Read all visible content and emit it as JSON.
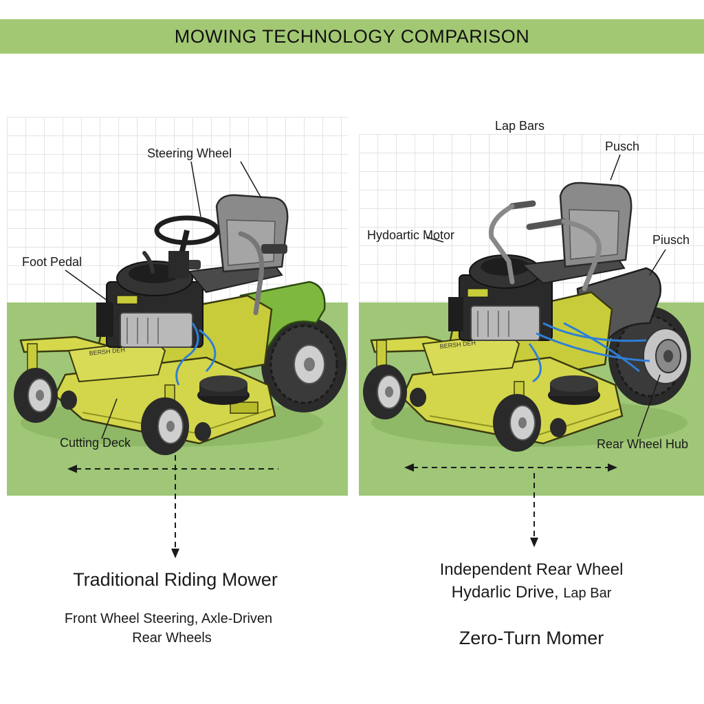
{
  "banner": {
    "title": "MOWING TECHNOLOGY COMPARISON"
  },
  "left": {
    "callouts": {
      "steering_wheel": "Steering Wheel",
      "foot_pedal": "Foot Pedal",
      "cutting_deck": "Cutting Deck"
    },
    "deck_decal": "BERSH DEH",
    "title": "Traditional Riding Mower",
    "desc_line1": "Front Wheel Steering, Axle-Driven",
    "desc_line2": "Rear Wheels"
  },
  "right": {
    "callouts": {
      "lap_bars": "Lap Bars",
      "pusch": "Pusch",
      "hydraulic_motor": "Hydoartic Motor",
      "piusch": "Piusch",
      "rear_wheel_hub": "Rear Wheel Hub"
    },
    "deck_decal": "BERSH DEH",
    "title_line1": "Independent Rear Wheel",
    "title_line2_main": "Hydarlic Drive,",
    "title_line2_small": "Lap Bar",
    "subtitle": "Zero-Turn Momer"
  },
  "colors": {
    "banner": "#a3c873",
    "lawn": "#9fc777",
    "deck_yellow": "#cfd23a",
    "hood_green": "#7fb83e",
    "seat_gray": "#8a8a8a",
    "engine_black": "#2a2a2a",
    "hydraulic_line_blue": "#2f7fd6"
  }
}
